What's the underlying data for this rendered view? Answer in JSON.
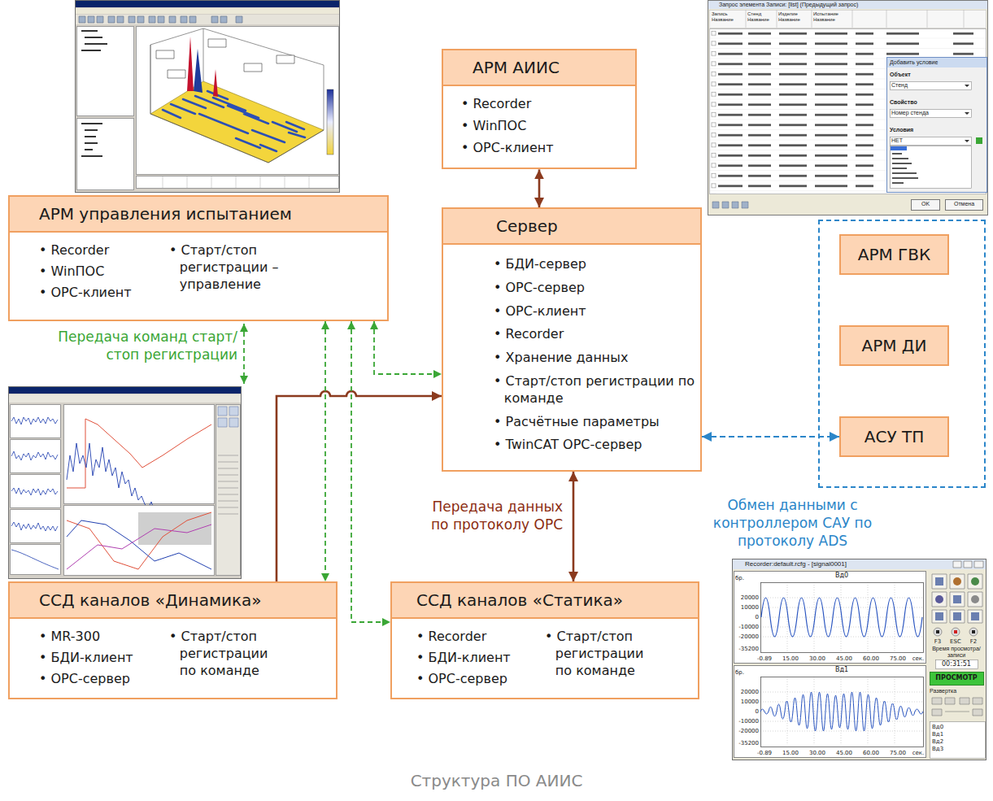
{
  "diagram": {
    "caption": "Структура ПО АИИС",
    "nodes": [
      {
        "text": [
          "АРМ АИИС",
          "• Recorder",
          "• WinПОС",
          "• OPC-клиент"
        ]
      },
      {
        "text": [
          "АРМ управления испытанием",
          "• Recorder",
          "• WinПОС",
          "• OPC-клиент",
          "• Старт/стоп регистрации – управление"
        ]
      },
      {
        "text": [
          "Сервер",
          "• БДИ-сервер",
          "• OPC-сервер",
          "• OPC-клиент",
          "• Recorder",
          "• Хранение данных",
          "• Старт/стоп регистрации по команде",
          "• Расчётные параметры",
          "• TwinCAT OPC-сервер"
        ]
      },
      {
        "text": []
      },
      {
        "text": [
          "АРМ ГВК"
        ],
        "in": 3
      },
      {
        "text": [
          "АРМ ДИ"
        ],
        "in": 3
      },
      {
        "text": [
          "АСУ ТП"
        ],
        "in": 3
      },
      {
        "text": [
          "ССД каналов «Динамика»",
          "• MR-300",
          "• БДИ-клиент",
          "• OPC-сервер",
          "• Старт/стоп регистрации по команде"
        ]
      },
      {
        "text": [
          "ССД каналов «Статика»",
          "• Recorder",
          "• БДИ-клиент",
          "• OPC-сервер",
          "• Старт/стоп регистрации по команде"
        ]
      }
    ],
    "edges": [
      {
        "from": 0,
        "to": 2,
        "arrow": "both"
      },
      {
        "from": 7,
        "to": 2,
        "arrow": "to"
      },
      {
        "from": 1,
        "to": 7,
        "arrow": "both"
      },
      {
        "from": 1,
        "to": 8,
        "arrow": "both"
      },
      {
        "from": 1,
        "to": 2,
        "arrow": "both"
      },
      {
        "from": 2,
        "to": 8,
        "arrow": "both",
        "label": "Передача данных по протоколу OPC"
      },
      {
        "from": 2,
        "to": 6,
        "arrow": "both",
        "label": "Обмен данными с контроллером САУ по протоколу ADS"
      }
    ],
    "labels": [
      "Передача команд старт/ стоп регистрации",
      "Запрос элемента Записи: [list] (Предыдущий запрос)",
      "Запись Название",
      "Стенд Название",
      "Изделие Название",
      "Испытание Название",
      "Добавить условие",
      "Объект",
      "Стенд",
      "Свойство",
      "Номер стенда",
      "Условия",
      "НЕТ",
      "OK",
      "Отмена",
      "Recorder:default.rcfg - [signal0001]",
      "Вд0",
      "бр.",
      "20000",
      "10000",
      "0",
      "-10000",
      "-20000",
      "-35200",
      "-0.89",
      "15.00",
      "30.00",
      "45.00",
      "60.00",
      "75.00",
      "сек.",
      "Вд1",
      "бр.",
      "20000",
      "10000",
      "0",
      "-10000",
      "-20000",
      "-35200",
      "-0.89",
      "15.00",
      "30.00",
      "45.00",
      "60.00",
      "75.00",
      "сек.",
      "F3",
      "ESC",
      "F2",
      "Время просмотра/записи",
      "00:31:51",
      "ПРОСМОТР",
      "Развертка",
      "Вд0",
      "Вд1",
      "Вд2",
      "Вд3"
    ]
  }
}
